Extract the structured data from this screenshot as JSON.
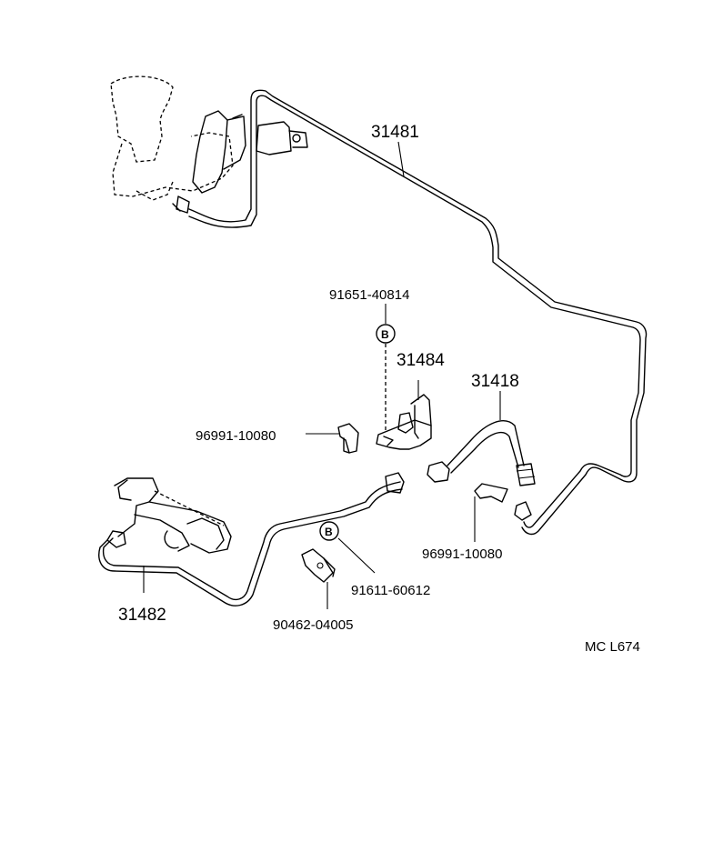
{
  "diagram": {
    "code": "MC L674",
    "callouts": [
      {
        "id": "pipe-31481",
        "text": "31481"
      },
      {
        "id": "bolt-91651",
        "text": "91651-40814"
      },
      {
        "id": "bracket-31484",
        "text": "31484"
      },
      {
        "id": "hose-31418",
        "text": "31418"
      },
      {
        "id": "clip-96991-left",
        "text": "96991-10080"
      },
      {
        "id": "clip-96991-right",
        "text": "96991-10080"
      },
      {
        "id": "bolt-91611",
        "text": "91611-60612"
      },
      {
        "id": "clamp-90462",
        "text": "90462-04005"
      },
      {
        "id": "tube-31482",
        "text": "31482"
      }
    ],
    "markers": [
      {
        "id": "marker-b-upper",
        "text": "B"
      },
      {
        "id": "marker-b-lower",
        "text": "B"
      }
    ]
  }
}
